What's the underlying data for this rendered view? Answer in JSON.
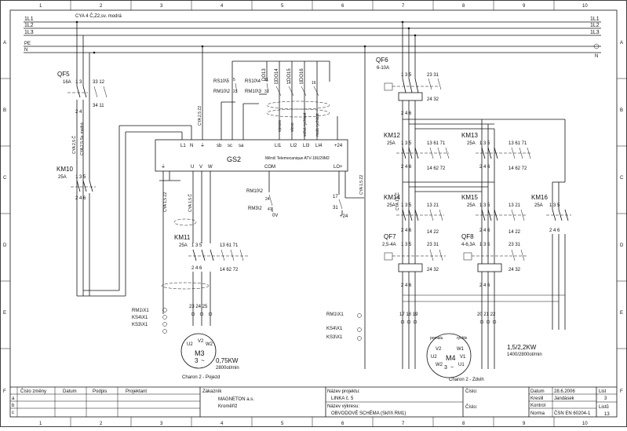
{
  "grid": {
    "columns": [
      "1",
      "2",
      "3",
      "4",
      "5",
      "6",
      "7",
      "8",
      "9",
      "10"
    ],
    "rows": [
      "A",
      "B",
      "C",
      "D",
      "E",
      "F"
    ]
  },
  "buses": {
    "l1": "1L1",
    "l2": "1L2",
    "l3": "1L3",
    "pe": "PE",
    "n": "N",
    "cable_top": "CYA 4 Č,Z2,sv. modrá"
  },
  "qf5": {
    "name": "QF5",
    "rating": "16A",
    "contacts_top": "1 3",
    "contacts_top_b": "33  12",
    "contacts_bot": "34 11",
    "contacts_bot_a": "2 4"
  },
  "km10": {
    "name": "KM10",
    "rating": "25A",
    "top": "1  3  5",
    "bot": "2  4  6"
  },
  "cables": {
    "c1": "CYA 2,5 Č",
    "c2": "CYA 2,5 Sv. modrá",
    "c3": "CYA 2,5 Z2",
    "c4": "CYA 1,5 Z2",
    "c5": "CYA 1,5 Č",
    "c6": "CYA 1,5 Z2"
  },
  "gs2": {
    "name": "GS2",
    "subtitle": "Měnič Telemecanique ATV-18U29M2",
    "terminals_top": [
      "L1",
      "N",
      "⏚",
      "sb",
      "sc",
      "sa",
      "LI1",
      "LI2",
      "LI3",
      "LI4",
      "+24"
    ],
    "terminals_bot": [
      "⏚",
      "U",
      "V",
      "W",
      "COM",
      "LO+"
    ],
    "relays_left": [
      "RS10\\5",
      "RM10\\2"
    ],
    "relays_mid": [
      "RS10\\4",
      "RM10\\3"
    ],
    "relay_nums": [
      "5",
      "23",
      "11",
      "32"
    ],
    "digital": [
      "DO13",
      "DO14",
      "DO15",
      "DO16"
    ],
    "dig_nums": [
      "13",
      "14",
      "15",
      "16"
    ],
    "signals": [
      "vpravo",
      "vlevo",
      "velká rychlost",
      "malá rychlost"
    ],
    "com_relays": [
      "RM10\\2",
      "RM3\\2"
    ],
    "com_nums": [
      "24",
      "41"
    ],
    "zero_v": "0V",
    "lo_nums": [
      "17",
      "31"
    ],
    "plus24": "+24"
  },
  "km11": {
    "name": "KM11",
    "rating": "25A",
    "top": "1  3  5",
    "aux": "13 61 71",
    "aux_b": "14 62 72",
    "bot": "2  4  6"
  },
  "m3": {
    "name": "M3",
    "power": "0,75KW",
    "speed": "2800ot/min",
    "caption": "Charon 2 - Pojezd",
    "term_top": "23 24 25",
    "u2": "U2",
    "v2": "V2",
    "w2": "W2",
    "tilde": "~",
    "three": "3"
  },
  "left_labels": [
    "RM1\\X1",
    "KS4\\X1",
    "KS3\\X1"
  ],
  "mid_labels": [
    "RM1\\X1",
    "KS4\\X1",
    "KS3\\X1"
  ],
  "qf6": {
    "name": "QF6",
    "rating": "6-10A",
    "top": "1  3  5",
    "aux": "23  31",
    "aux_b": "24  32",
    "bot": "2  4  6"
  },
  "km12": {
    "name": "KM12",
    "rating": "25A",
    "top": "1  3  5",
    "aux": "13  61  71",
    "aux_b": "14  62  72",
    "bot": "2  4  6"
  },
  "km13": {
    "name": "KM13",
    "rating": "25A",
    "top": "1  3  5",
    "aux": "13  61  71",
    "aux_b": "14  62  72",
    "bot": "2  4  6"
  },
  "km14": {
    "name": "KM14",
    "rating": "25A",
    "top": "1  3  5",
    "aux": "13  21",
    "aux_b": "14  22",
    "bot": "2  4  6"
  },
  "km15": {
    "name": "KM15",
    "rating": "25A",
    "top": "1  3  5",
    "aux": "13  21",
    "aux_b": "14  22",
    "bot": "2  4  6"
  },
  "km16": {
    "name": "KM16",
    "rating": "25A",
    "top": "1  3  5",
    "bot": "2  4  6"
  },
  "qf7": {
    "name": "QF7",
    "rating": "2,5-4A",
    "top": "1  3  5",
    "aux": "23  31",
    "aux_b": "24  32",
    "bot": "2  4  6"
  },
  "qf8": {
    "name": "QF8",
    "rating": "4-6,3A",
    "top": "1  3  5",
    "aux": "23  31",
    "aux_b": "24  32",
    "bot": "2  4  6"
  },
  "m4": {
    "name": "M4",
    "power": "1,5/2,2KW",
    "speed": "1400/2800ot/min",
    "caption": "Charon 2 - Zdvih",
    "slow": "pomalu",
    "fast": "rychle",
    "left_terms": "17 18 19",
    "right_terms": "20 21 22",
    "v2": "V2",
    "w1": "W1",
    "u2": "U2",
    "v1": "V1",
    "w2": "W2",
    "u1": "U1",
    "tilde": "~",
    "three": "3"
  },
  "title_block": {
    "col_change": "Číslo změny",
    "col_date": "Datum",
    "col_sign": "Podpis",
    "col_designer": "Projektant",
    "rows": [
      "a",
      "b",
      "c"
    ],
    "customer_label": "Zákazník",
    "customer": "MAGNETON a.s.",
    "city": "Kroměříž",
    "project_label": "Název projektu:",
    "project": "LINKA č. 5",
    "drawing_label": "Název výkresu:",
    "drawing": "OBVODOVÉ SCHÉMA   (Skříň RM1)",
    "number_label": "Číslo:",
    "number_label2": "Číslo:",
    "date_label": "Datum",
    "date": "28.6.2006",
    "drew_label": "Kreslil",
    "drew": "Jandásek",
    "check_label": "Kontrol",
    "check": "",
    "norm_label": "Norma",
    "norm": "ČSN EN 60204-1",
    "sheet_label": "List",
    "sheet": "3",
    "sheets_label": "Listů",
    "sheets": "13"
  }
}
